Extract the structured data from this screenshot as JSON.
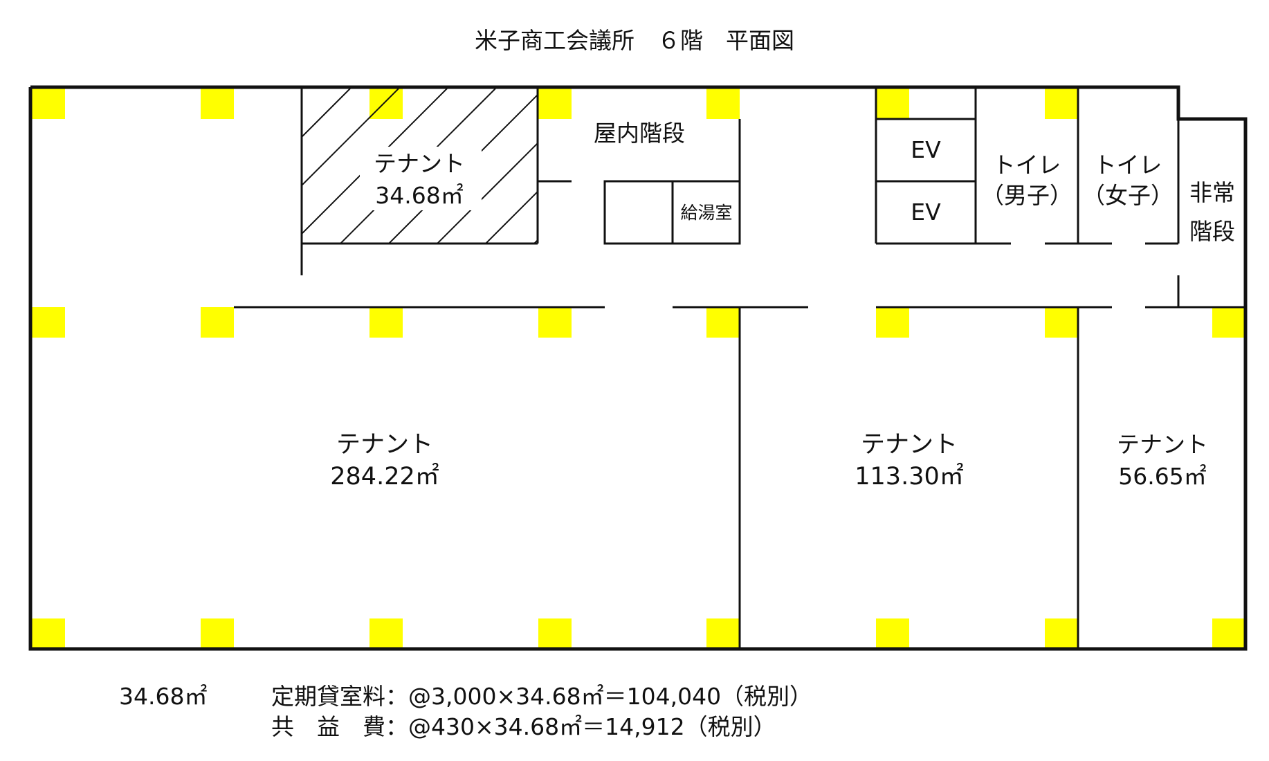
{
  "title": "米子商工会議所　６階　平面図",
  "colors": {
    "column": "#ffff00",
    "wall": "#111111",
    "background": "#ffffff"
  },
  "rooms": {
    "tenant_hatched": {
      "label": "テナント",
      "area": "34.68㎡"
    },
    "tenant_large": {
      "label": "テナント",
      "area": "284.22㎡"
    },
    "tenant_middle": {
      "label": "テナント",
      "area": "113.30㎡"
    },
    "tenant_right": {
      "label": "テナント",
      "area": "56.65㎡"
    },
    "indoor_stairs": "屋内階段",
    "kitchenette": "給湯室",
    "ev1": "EV",
    "ev2": "EV",
    "toilet_men": {
      "line1": "トイレ",
      "line2": "（男子）"
    },
    "toilet_women": {
      "line1": "トイレ",
      "line2": "（女子）"
    },
    "emergency_stairs": {
      "line1": "非常",
      "line2": "階段"
    }
  },
  "footer": {
    "area": "34.68㎡",
    "rent_line": "定期貸室料：@3,000×34.68㎡＝104,040（税別）",
    "fee_line": "共　益　費：@430×34.68㎡＝14,912（税別）"
  }
}
